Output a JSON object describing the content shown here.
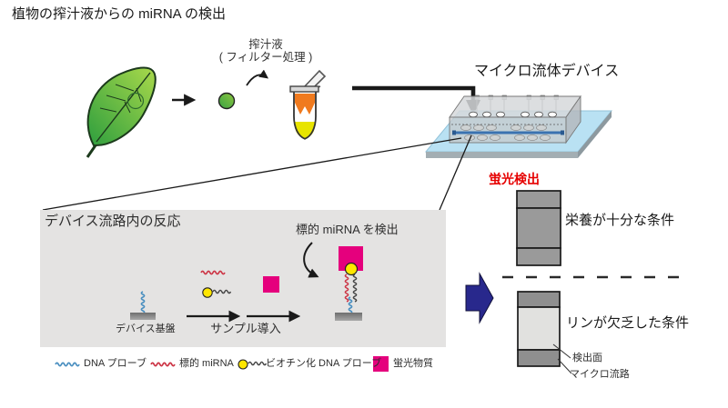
{
  "title": "植物の搾汁液からの miRNA の検出",
  "flow": {
    "juice_label_line1": "搾汁液",
    "juice_label_line2": "( フィルター処理 )"
  },
  "device": {
    "label": "マイクロ流体デバイス"
  },
  "reaction_box": {
    "title": "デバイス流路内の反応",
    "substrate_label": "デバイス基盤",
    "sample_intro_label": "サンプル導入",
    "detect_label": "標的 miRNA を検出"
  },
  "legend": {
    "items": [
      {
        "icon": "blue-wavy-line",
        "label": "DNA プローブ"
      },
      {
        "icon": "red-wavy-line",
        "label": "標的 miRNA"
      },
      {
        "icon": "yellow-circle-black-wavy",
        "label": "ビオチン化 DNA プローブ"
      },
      {
        "icon": "magenta-square",
        "label": "蛍光物質"
      }
    ]
  },
  "results": {
    "fluorescence_label": "蛍光検出",
    "nutrient_label": "栄養が十分な条件",
    "phosphorus_label": "リンが欠乏した条件",
    "detection_surface_label": "検出面",
    "microchannel_label": "マイクロ流路"
  },
  "colors": {
    "magenta": "#e5007d",
    "probe_blue": "#4a8fc0",
    "mirna_red": "#cc3344",
    "biotin_yellow": "#ffe600",
    "fluorescence_text_red": "#e60000",
    "block_arrow_navy": "#28288c",
    "chip_base_blue": "#b9e1f3",
    "panel_gray": "#9a9a9a",
    "reaction_box_gray": "#e4e3e2"
  }
}
